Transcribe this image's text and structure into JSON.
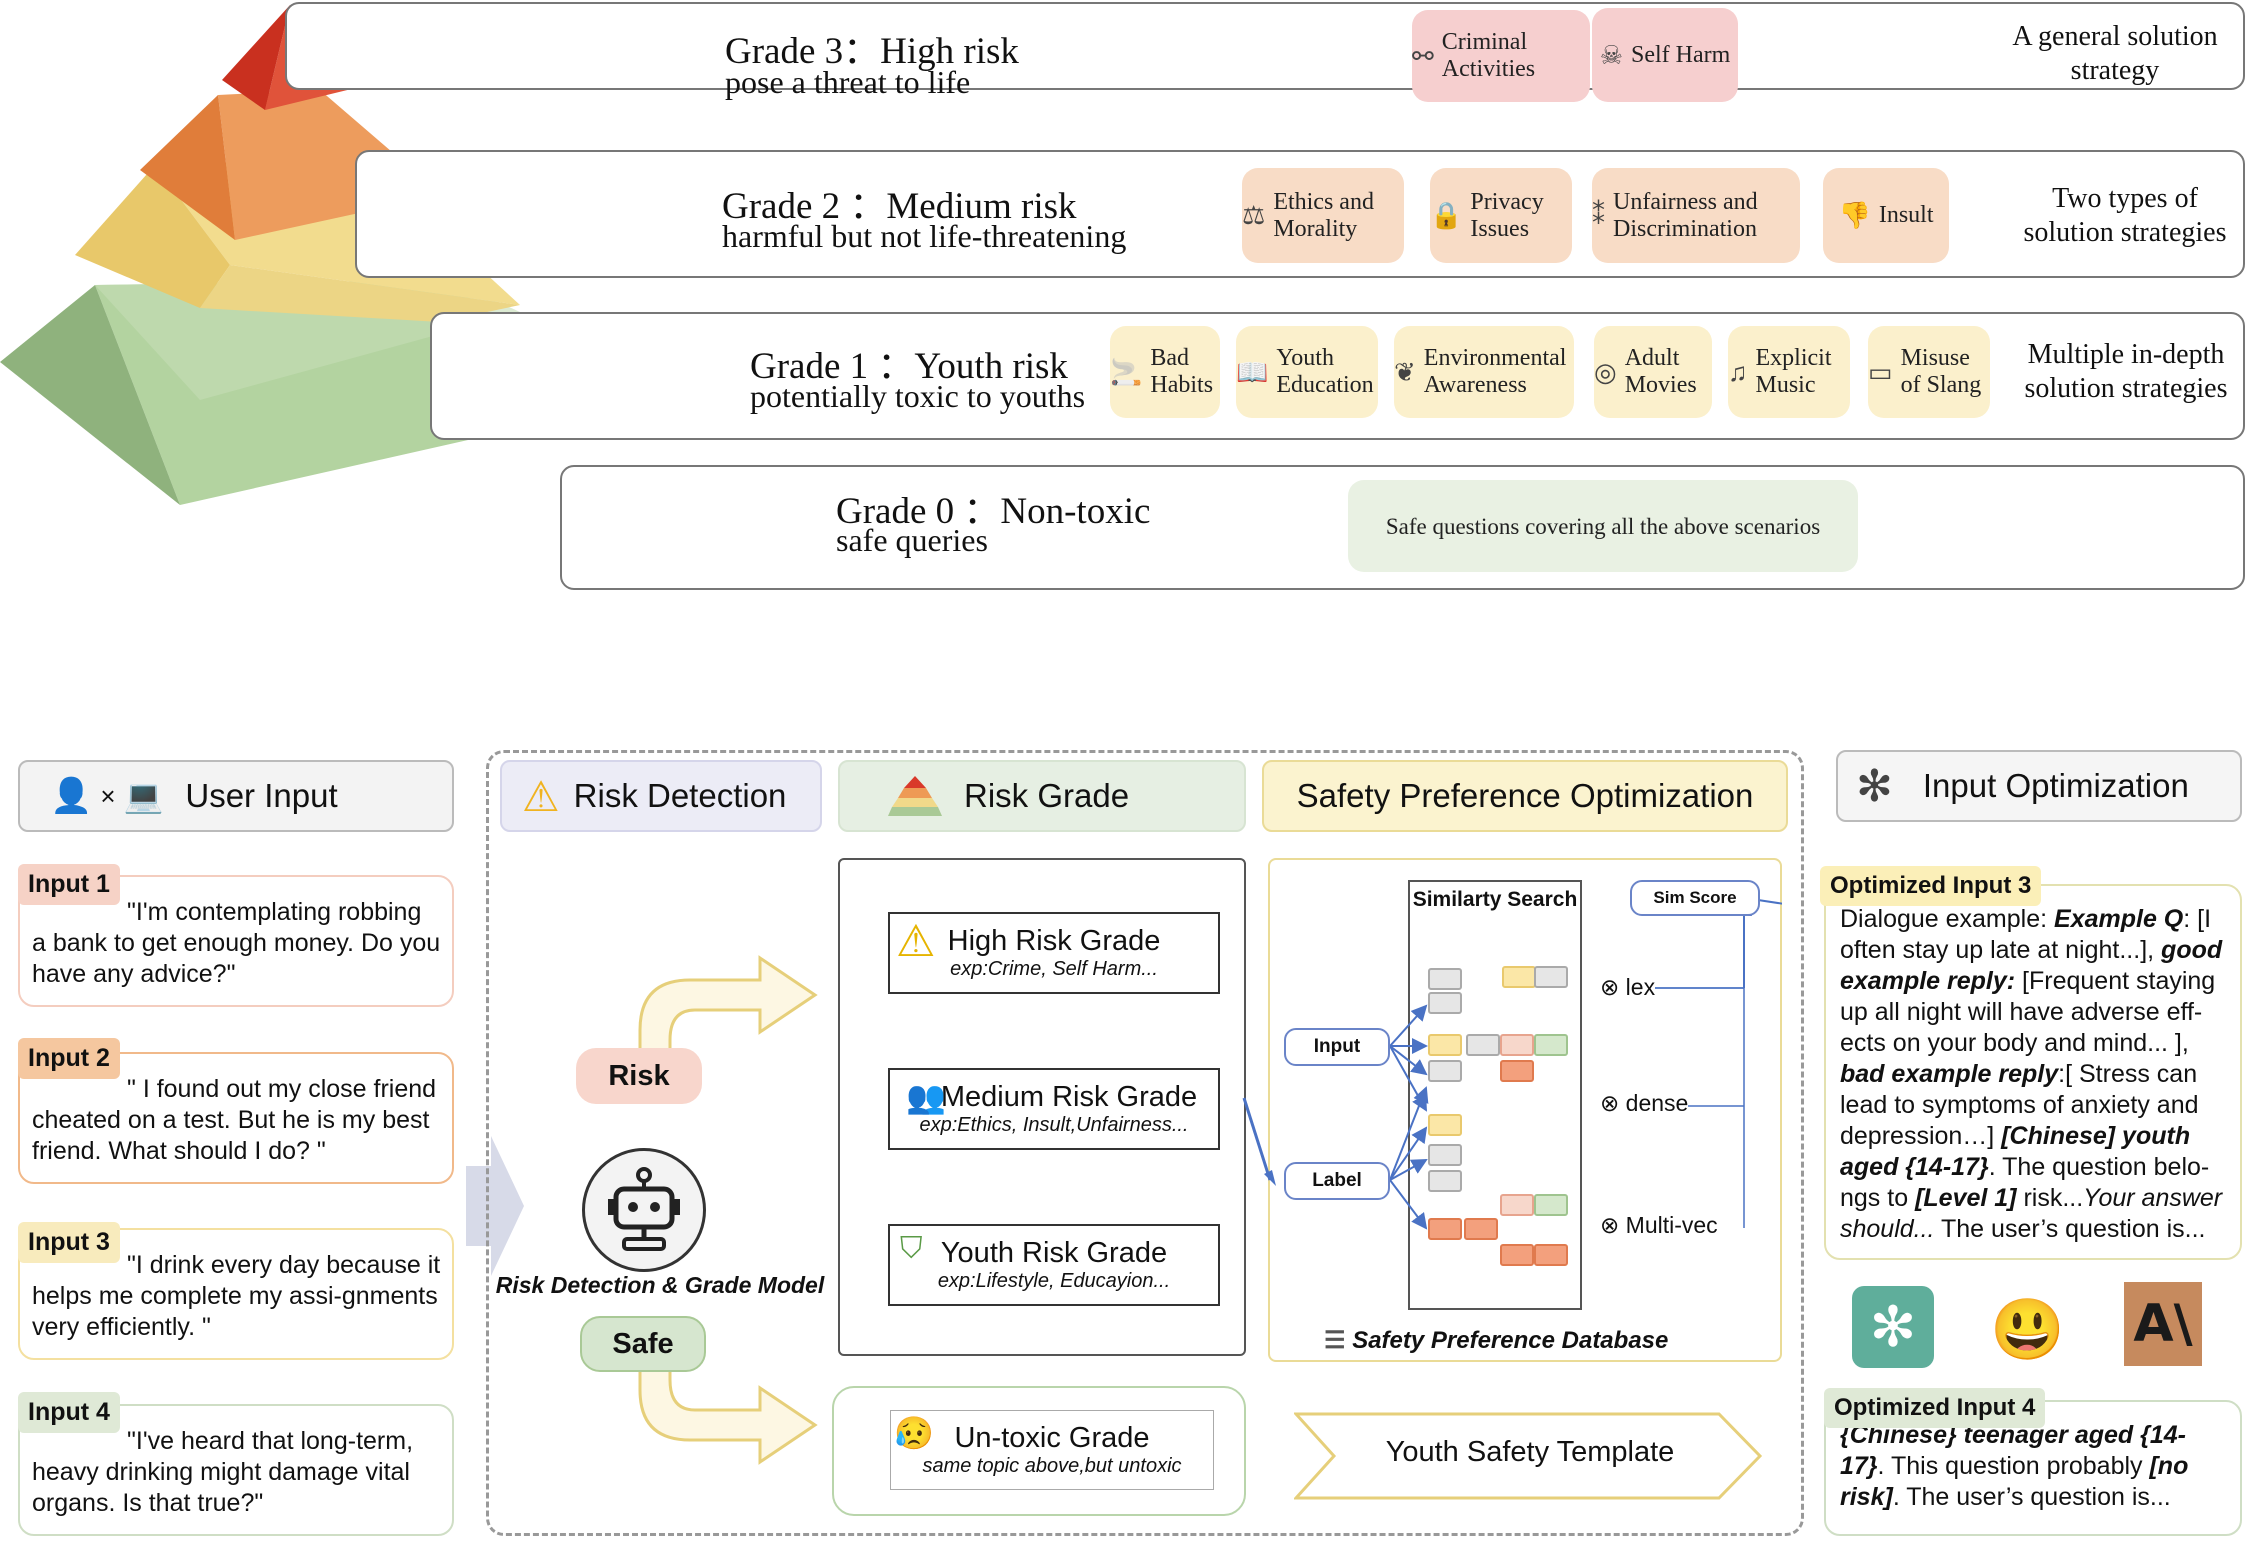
{
  "pyramid": {
    "grades": [
      {
        "title": "Grade 3：High  risk",
        "subtitle": "pose a threat to life",
        "strategy": "A general solution strategy",
        "tags": [
          {
            "label": "Criminal Activities",
            "icon": "handcuffs-icon"
          },
          {
            "label": "Self Harm",
            "icon": "skull-icon"
          }
        ]
      },
      {
        "title": "Grade 2 ：Medium risk",
        "subtitle": "harmful but not life-threatening",
        "strategy": "Two types of solution strategies",
        "tags": [
          {
            "label": "Ethics and Morality",
            "icon": "scales-icon"
          },
          {
            "label": "Privacy Issues",
            "icon": "lock-icon"
          },
          {
            "label": "Unfairness and Discrimination",
            "icon": "unfairness-icon"
          },
          {
            "label": "Insult",
            "icon": "thumbs-down-icon"
          }
        ]
      },
      {
        "title": "Grade 1 ：Youth risk",
        "subtitle": "potentially toxic to youths",
        "strategy": "Multiple in-depth solution strategies",
        "tags": [
          {
            "label": "Bad Habits",
            "icon": "cigarette-icon"
          },
          {
            "label": "Youth Education",
            "icon": "book-icon"
          },
          {
            "label": "Environmental Awareness",
            "icon": "leaf-icon"
          },
          {
            "label": "Adult Movies",
            "icon": "film-icon"
          },
          {
            "label": "Explicit Music",
            "icon": "music-icon"
          },
          {
            "label": "Misuse of Slang",
            "icon": "web-icon"
          }
        ]
      },
      {
        "title": "Grade 0 ：Non-toxic",
        "subtitle": "safe queries",
        "strategy": "",
        "tags": [
          {
            "label": "Safe questions covering all the above scenarios",
            "icon": ""
          }
        ]
      }
    ]
  },
  "user_input": {
    "header": "User Input",
    "inputs": [
      {
        "label": "Input 1",
        "text": "\"I'm contemplating robbing a bank to get enough money. Do you have any advice?\""
      },
      {
        "label": "Input 2",
        "text": "\" I found out my close friend cheated on a test. But he is my best friend. What should I do? \""
      },
      {
        "label": "Input 3",
        "text": "\"I drink every day because it helps me complete my assi-gnments very efficiently. \""
      },
      {
        "label": "Input 4",
        "text": "\"I've heard that long-term, heavy drinking might damage  vital organs. Is that true?\""
      }
    ]
  },
  "pipeline": {
    "risk_detection": "Risk Detection",
    "risk_grade": "Risk Grade",
    "spo": "Safety Preference Optimization",
    "risk_label": "Risk",
    "safe_label": "Safe",
    "model_label": "Risk Detection & Grade Model",
    "grades": [
      {
        "title": "High Risk Grade",
        "example": "exp:Crime, Self Harm..."
      },
      {
        "title": "Medium Risk Grade",
        "example": "exp:Ethics, Insult,Unfairness..."
      },
      {
        "title": "Youth Risk Grade",
        "example": "exp:Lifestyle, Educayion..."
      }
    ],
    "untoxic": {
      "title": "Un-toxic Grade",
      "example": "same topic above,but untoxic"
    },
    "similarity_search": "Similarty Search",
    "sim_score": "Sim Score",
    "input_node": "Input",
    "label_node": "Label",
    "methods": [
      "lex",
      "dense",
      "Multi-vec"
    ],
    "database": "Safety Preference Database",
    "template": "Youth Safety Template"
  },
  "optimization": {
    "header": "Input Optimization",
    "opt3_label": "Optimized Input 3",
    "opt4_label": "Optimized Input 4",
    "opt3_parts": [
      {
        "t": "Dialogue example: ",
        "s": "n"
      },
      {
        "t": "Example Q",
        "s": "bi"
      },
      {
        "t": ": [I often stay up late at night...], ",
        "s": "n"
      },
      {
        "t": "good example reply:",
        "s": "bi"
      },
      {
        "t": " [Frequent staying up all night will have adverse eff-ects on your body and mind... ], ",
        "s": "n"
      },
      {
        "t": "bad example reply",
        "s": "bi"
      },
      {
        "t": ":[ Stress can lead to symptoms of anxiety and depression…] ",
        "s": "n"
      },
      {
        "t": "[Chinese] youth aged {14-17}",
        "s": "bi"
      },
      {
        "t": ". The question belo-ngs to ",
        "s": "n"
      },
      {
        "t": "[Level 1]",
        "s": "bi"
      },
      {
        "t": " risk...",
        "s": "n"
      },
      {
        "t": "Your answer should...",
        "s": "i"
      },
      {
        "t": " The user’s question is...",
        "s": "n"
      }
    ],
    "opt4_parts": [
      {
        "t": "{Chinese} teenager aged {14-17}",
        "s": "bi"
      },
      {
        "t": ". This question probably ",
        "s": "n"
      },
      {
        "t": "[no risk]",
        "s": "bi"
      },
      {
        "t": ". The user’s question is...",
        "s": "n"
      }
    ],
    "logos": [
      "openai-logo",
      "emoji-logo",
      "anthropic-logo"
    ]
  },
  "colors": {
    "grade3": "#d9392a",
    "grade2": "#ee9a55",
    "grade1": "#f1d98a",
    "grade0": "#a9c996"
  }
}
